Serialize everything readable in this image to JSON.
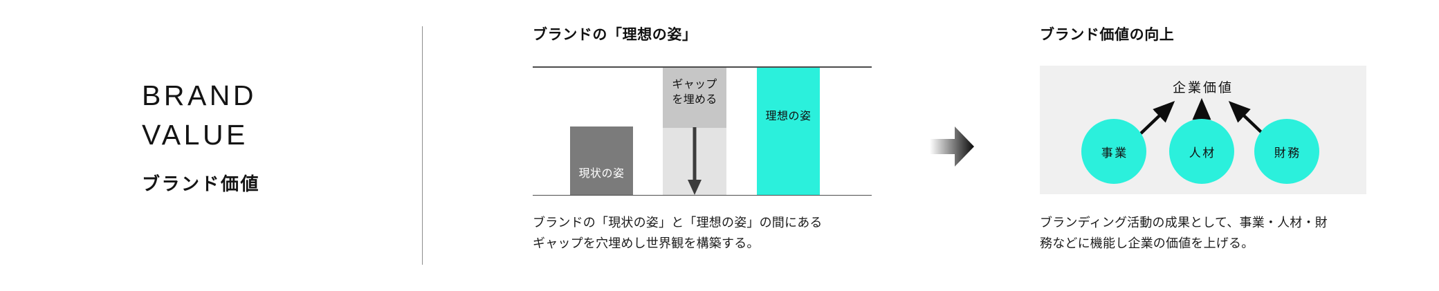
{
  "left": {
    "title": "BRAND\nVALUE",
    "subtitle": "ブランド価値"
  },
  "middle": {
    "heading": "ブランドの「理想の姿」",
    "caption": "ブランドの「現状の姿」と「理想の姿」の間にある\nギャップを穴埋めし世界観を構築する。",
    "chart_data": {
      "type": "bar",
      "title": "ブランドの「理想の姿」",
      "categories": [
        "現状の姿",
        "ギャップを埋める",
        "理想の姿"
      ],
      "values": [
        53,
        100,
        100
      ],
      "ylim": [
        0,
        100
      ],
      "grid": false,
      "legend": "none",
      "bars": [
        {
          "key": "current",
          "label": "現状の姿",
          "value": 53,
          "color": "#7b7b7b",
          "label_color": "#ffffff"
        },
        {
          "key": "gap",
          "label": "ギャップ\nを埋める",
          "value": 100,
          "color": "#e3e3e3",
          "overlay_color": "#c6c6c6",
          "overlay_value": 47,
          "label_color": "#111111",
          "arrow": "down-arrow"
        },
        {
          "key": "ideal",
          "label": "理想の姿",
          "value": 100,
          "color": "#2bf0dc",
          "label_color": "#111111"
        }
      ]
    }
  },
  "transition": {
    "icon": "right-arrow-icon"
  },
  "right": {
    "heading": "ブランド価値の向上",
    "caption": "ブランディング活動の成果として、事業・人材・財\n務などに機能し企業の価値を上げる。",
    "diagram": {
      "apex_label": "企業価値",
      "panel_color": "#f0f0f0",
      "node_color": "#2bf0dc",
      "nodes": [
        {
          "key": "business",
          "label": "事業"
        },
        {
          "key": "talent",
          "label": "人材"
        },
        {
          "key": "finance",
          "label": "財務"
        }
      ]
    }
  },
  "colors": {
    "accent": "#2bf0dc",
    "bar_current": "#7b7b7b",
    "bar_gap_top": "#c6c6c6",
    "bar_gap_body": "#e3e3e3",
    "panel_bg": "#f0f0f0",
    "rule": "#4b4b4b",
    "divider": "#8c8c8c"
  }
}
